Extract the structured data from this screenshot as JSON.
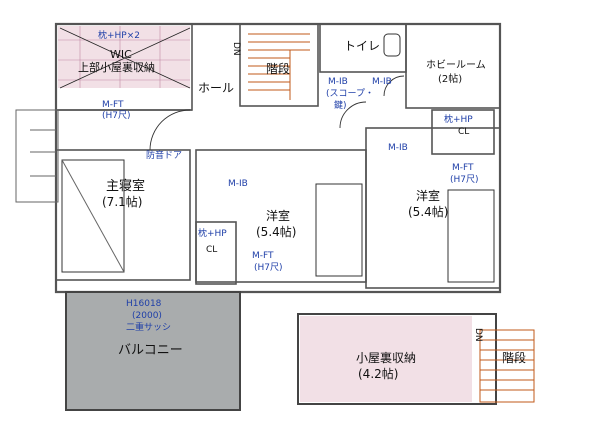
{
  "rooms": {
    "wic_top": "枕+HP×2",
    "wic_line1": "WIC",
    "wic_line2": "上部小屋裏収納",
    "hall": "ホール",
    "stairs_top": "階段",
    "dn_top": "DN",
    "toilet": "トイレ",
    "hobby_line1": "ホビールーム",
    "hobby_line2": "(2帖)",
    "master_line1": "主寝室",
    "master_line2": "(7.1帖)",
    "western1_line1": "洋室",
    "western1_line2": "(5.4帖)",
    "western2_line1": "洋室",
    "western2_line2": "(5.4帖)",
    "balcony": "バルコニー",
    "attic_line1": "小屋裏収納",
    "attic_line2": "(4.2帖)",
    "stairs_bottom": "階段",
    "dn_bottom": "DN",
    "cl_left": "CL",
    "cl_right": "CL"
  },
  "annotations": {
    "mft_wic_1": "M-FT",
    "mft_wic_2": "(H7尺)",
    "mib_stair_1": "M-IB",
    "mib_stair_2": "(スコープ・",
    "mib_stair_3": "鍵)",
    "mib_toilet": "M-IB",
    "soundproof_door": "防音ドア",
    "mib_master": "M-IB",
    "mib_hall_right": "M-IB",
    "makura_hp_right": "枕+HP",
    "mft_right_1": "M-FT",
    "mft_right_2": "(H7尺)",
    "makura_hp_left": "枕+HP",
    "mft_mid_1": "M-FT",
    "mft_mid_2": "(H7尺)",
    "window_1": "H16018",
    "window_2": "(2000)",
    "window_3": "二重サッシ"
  }
}
